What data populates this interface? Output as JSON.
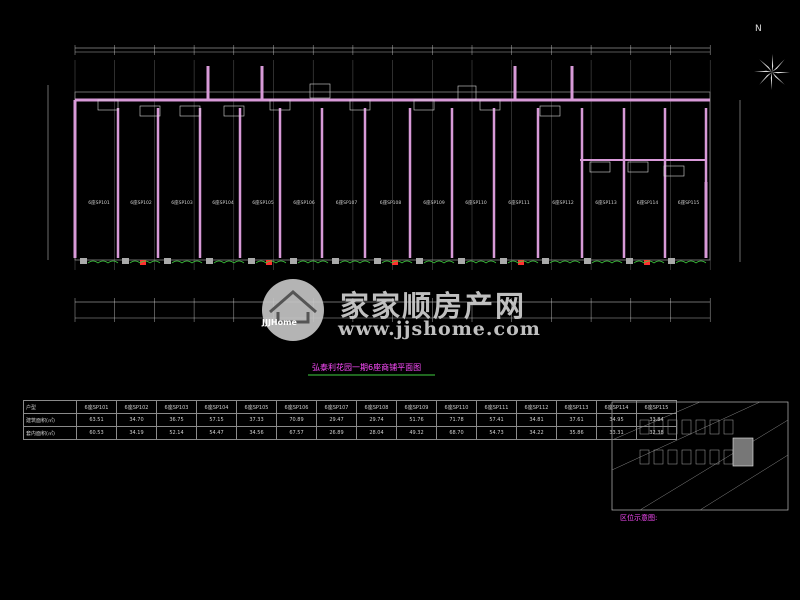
{
  "watermark": {
    "cn": "家家顺房产网",
    "url": "www.jjshome.com",
    "badge": "JJJHome"
  },
  "drawing": {
    "title": "弘泰利花园一期6座商铺平面图",
    "north": "N",
    "location_label": "区位示意图:"
  },
  "units": [
    {
      "id": "6座SP101"
    },
    {
      "id": "6座SP102"
    },
    {
      "id": "6座SP103"
    },
    {
      "id": "6座SP104"
    },
    {
      "id": "6座SP105"
    },
    {
      "id": "6座SP106"
    },
    {
      "id": "6座SP107"
    },
    {
      "id": "6座SP108"
    },
    {
      "id": "6座SP109"
    },
    {
      "id": "6座SP110"
    },
    {
      "id": "6座SP111"
    },
    {
      "id": "6座SP112"
    },
    {
      "id": "6座SP113"
    },
    {
      "id": "6座SP114"
    },
    {
      "id": "6座SP115"
    }
  ],
  "area_table": {
    "rows": [
      {
        "label": "户型",
        "values": [
          "6座SP101",
          "6座SP102",
          "6座SP103",
          "6座SP104",
          "6座SP105",
          "6座SP106",
          "6座SP107",
          "6座SP108",
          "6座SP109",
          "6座SP110",
          "6座SP111",
          "6座SP112",
          "6座SP113",
          "6座SP114",
          "6座SP115"
        ]
      },
      {
        "label": "建筑面积(㎡)",
        "values": [
          "63.51",
          "34.70",
          "36.75",
          "57.15",
          "37.33",
          "70.89",
          "29.47",
          "29.74",
          "51.76",
          "71.78",
          "57.41",
          "34.81",
          "37.61",
          "34.95",
          "33.84"
        ]
      },
      {
        "label": "套内面积(㎡)",
        "values": [
          "60.53",
          "34.19",
          "52.14",
          "54.47",
          "34.56",
          "67.57",
          "26.89",
          "28.04",
          "49.32",
          "68.70",
          "54.73",
          "34.22",
          "35.86",
          "33.31",
          "32.38"
        ]
      }
    ]
  },
  "colors": {
    "wall": "#d89ad8",
    "dimension": "#d8d8d8",
    "grid": "#9a9a9a",
    "title": "#ff4dff",
    "column": "#ff3030",
    "shrub": "#3fcf3f"
  }
}
